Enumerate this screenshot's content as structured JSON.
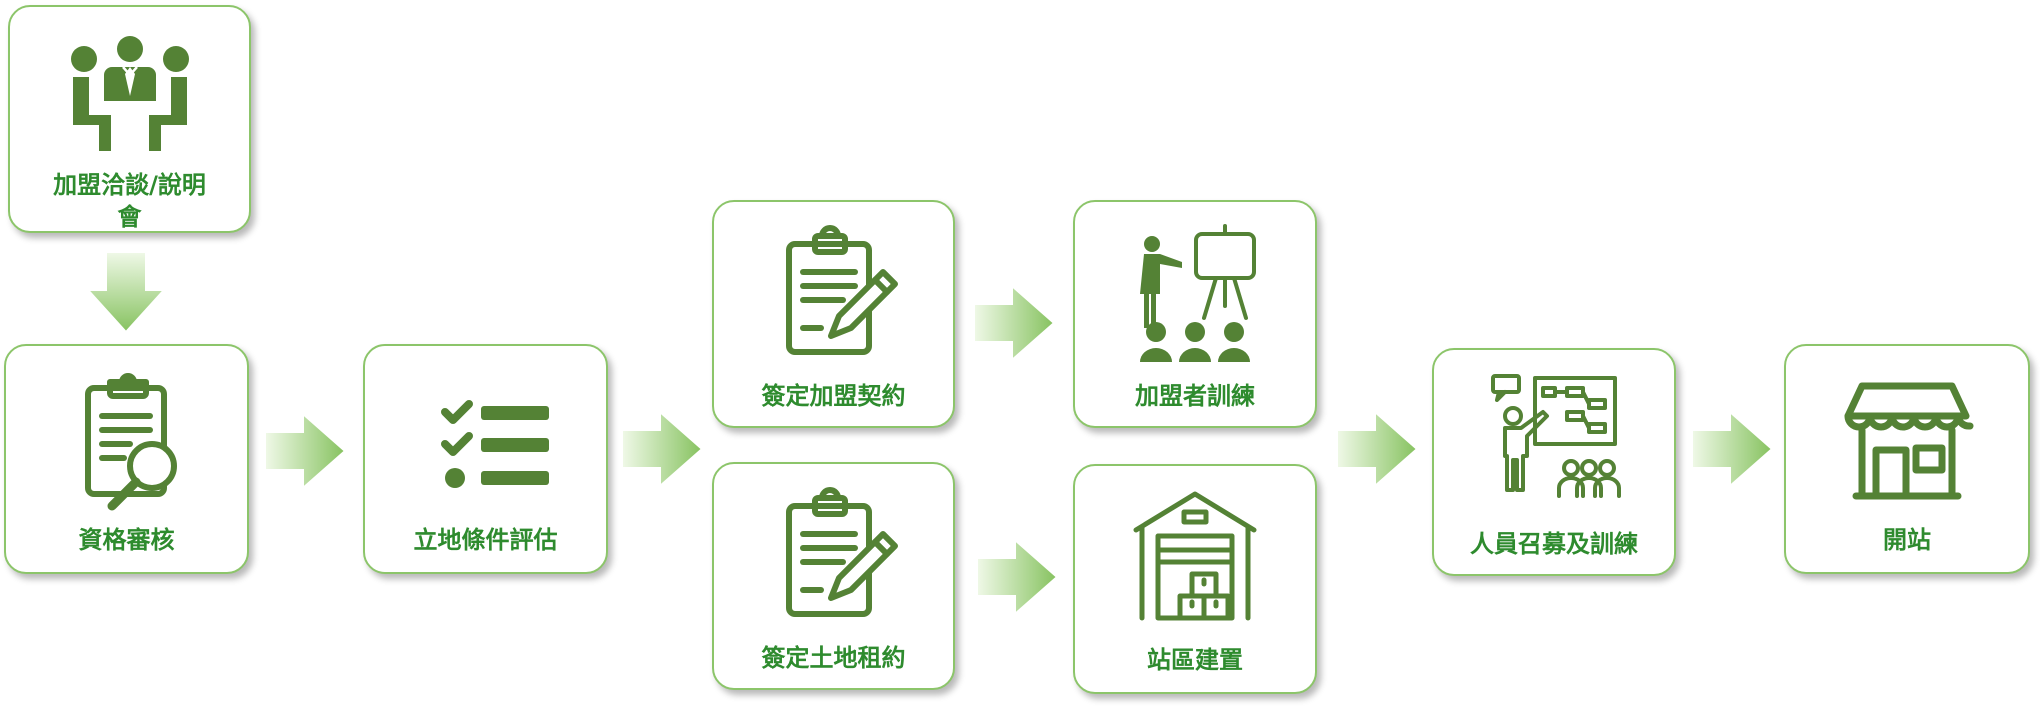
{
  "steps": [
    {
      "id": "consult",
      "label": "加盟洽談/說明\n會",
      "icon": "business-meeting-icon"
    },
    {
      "id": "review",
      "label": "資格審核",
      "icon": "clipboard-search-icon"
    },
    {
      "id": "evaluate",
      "label": "立地條件評估",
      "icon": "checklist-icon"
    },
    {
      "id": "franchise-contract",
      "label": "簽定加盟契約",
      "icon": "clipboard-pen-icon"
    },
    {
      "id": "land-lease",
      "label": "簽定土地租約",
      "icon": "clipboard-pen-icon"
    },
    {
      "id": "franchisee-training",
      "label": "加盟者訓練",
      "icon": "presentation-audience-icon"
    },
    {
      "id": "site-construction",
      "label": "站區建置",
      "icon": "warehouse-icon"
    },
    {
      "id": "staff-recruit",
      "label": "人員召募及訓練",
      "icon": "teacher-board-icon"
    },
    {
      "id": "open",
      "label": "開站",
      "icon": "storefront-icon"
    }
  ],
  "colors": {
    "icon": "#548235",
    "label": "#2e8b2e",
    "border": "#8cc56a",
    "arrow_light": "#eef8e4",
    "arrow_dark": "#8dc868"
  }
}
